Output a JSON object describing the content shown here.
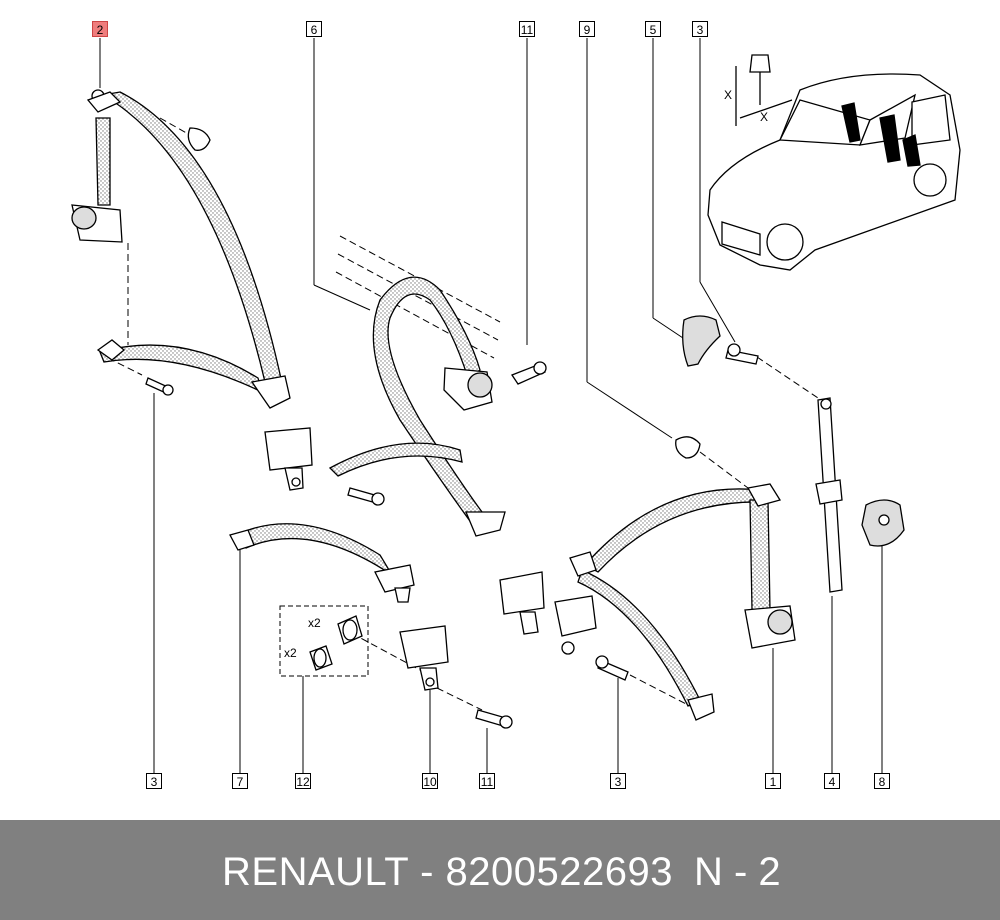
{
  "callouts": {
    "c2_top": "2",
    "c6_top": "6",
    "c11_top": "11",
    "c9_top": "9",
    "c5_top": "5",
    "c3_top": "3",
    "c3_bottom_left": "3",
    "c7_bottom": "7",
    "c12_bottom": "12",
    "c10_bottom": "10",
    "c11_bottom": "11",
    "c3_bottom_mid": "3",
    "c1_bottom": "1",
    "c4_bottom": "4",
    "c8_bottom": "8"
  },
  "quantity_labels": {
    "upper": "x2",
    "lower": "x2"
  },
  "dimension_labels": {
    "vertical": "X",
    "horizontal": "X"
  },
  "footer": {
    "brand_part": "RENAULT - 8200522693",
    "position": "N - 2"
  },
  "colors": {
    "highlight": "#ef7d7d",
    "footer_bg": "#808080",
    "footer_text": "#ffffff"
  }
}
